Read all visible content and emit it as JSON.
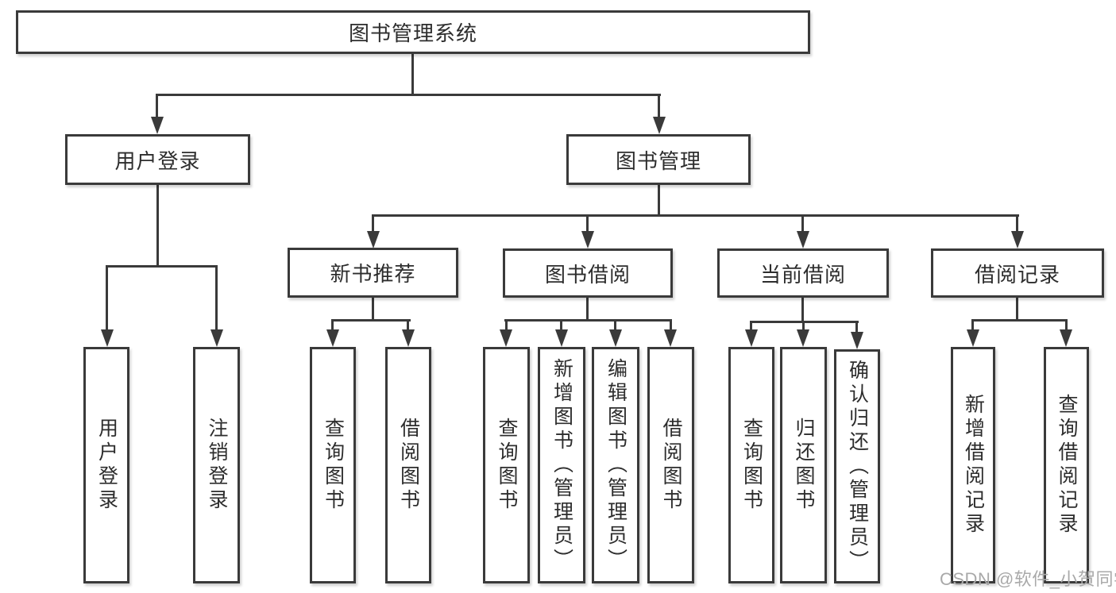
{
  "tree": {
    "label": "图书管理系统",
    "children": [
      {
        "label": "用户登录",
        "children": [
          {
            "label": "用户登录"
          },
          {
            "label": "注销登录"
          }
        ]
      },
      {
        "label": "图书管理",
        "children": [
          {
            "label": "新书推荐",
            "children": [
              {
                "label": "查询图书"
              },
              {
                "label": "借阅图书"
              }
            ]
          },
          {
            "label": "图书借阅",
            "children": [
              {
                "label": "查询图书"
              },
              {
                "label": "新增图书（管理员）"
              },
              {
                "label": "编辑图书（管理员）"
              },
              {
                "label": "借阅图书"
              }
            ]
          },
          {
            "label": "当前借阅",
            "children": [
              {
                "label": "查询图书"
              },
              {
                "label": "归还图书"
              },
              {
                "label": "确认归还（管理员）"
              }
            ]
          },
          {
            "label": "借阅记录",
            "children": [
              {
                "label": "新增借阅记录"
              },
              {
                "label": "查询借阅记录"
              }
            ]
          }
        ]
      }
    ]
  },
  "watermark": {
    "text": "CSDN @软件_小贺同学"
  },
  "colors": {
    "line": "#3a3a3a",
    "text": "#2d2d2d",
    "watermark": "#a9a9a9",
    "background": "#ffffff"
  }
}
